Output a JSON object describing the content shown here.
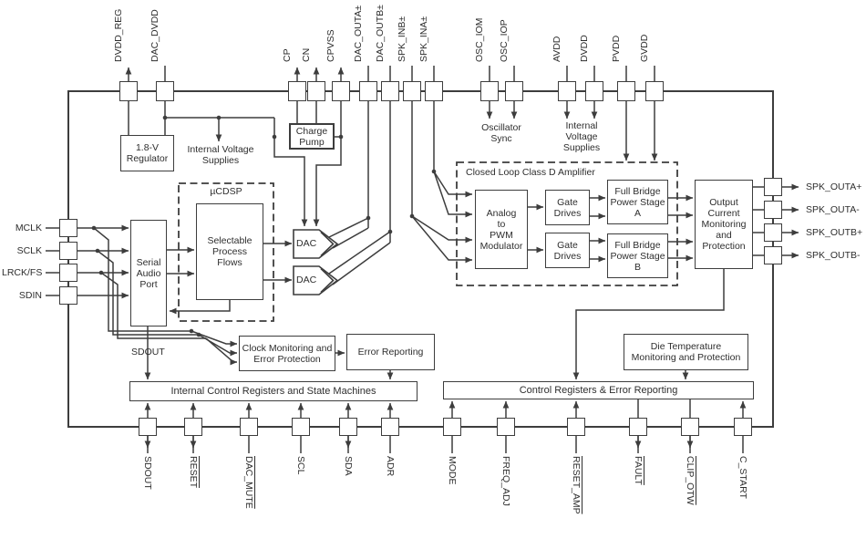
{
  "pins": {
    "top": [
      "DVDD_REG",
      "DAC_DVDD",
      "CP",
      "CN",
      "CPVSS",
      "DAC_OUTA±",
      "DAC_OUTB±",
      "SPK_INB±",
      "SPK_INA±",
      "OSC_IOM",
      "OSC_IOP",
      "AVDD",
      "DVDD",
      "PVDD",
      "GVDD"
    ],
    "left": [
      "MCLK",
      "SCLK",
      "LRCK/FS",
      "SDIN"
    ],
    "right": [
      "SPK_OUTA+",
      "SPK_OUTA-",
      "SPK_OUTB+",
      "SPK_OUTB-"
    ],
    "bottom": [
      {
        "label": "SDOUT",
        "overline": false
      },
      {
        "label": "RESET",
        "overline": true
      },
      {
        "label": "DAC_MUTE",
        "overline": true
      },
      {
        "label": "SCL",
        "overline": false
      },
      {
        "label": "SDA",
        "overline": false
      },
      {
        "label": "ADR",
        "overline": false
      },
      {
        "label": "MODE",
        "overline": false
      },
      {
        "label": "FREQ_ADJ",
        "overline": false
      },
      {
        "label": "RESET_AMP",
        "overline": true
      },
      {
        "label": "FAULT",
        "overline": true
      },
      {
        "label": "CLIP_OTW",
        "overline": true
      },
      {
        "label": "C_START",
        "overline": false
      }
    ]
  },
  "blocks": {
    "regulator": "1.8-V\nRegulator",
    "charge_pump": "Charge\nPump",
    "serial_audio_port": "Serial\nAudio\nPort",
    "selectable_process_flows": "Selectable\nProcess\nFlows",
    "dac_a": "DAC",
    "dac_b": "DAC",
    "modulator": "Analog\nto\nPWM\nModulator",
    "gate_drives_a": "Gate\nDrives",
    "gate_drives_b": "Gate\nDrives",
    "full_bridge_a": "Full Bridge\nPower Stage\nA",
    "full_bridge_b": "Full Bridge\nPower Stage\nB",
    "output_current_monitoring": "Output\nCurrent\nMonitoring\nand\nProtection",
    "clock_monitoring": "Clock Monitoring and\nError Protection",
    "error_reporting": "Error Reporting",
    "die_temperature": "Die Temperature\nMonitoring and Protection",
    "bar_left": "Internal Control Registers and State Machines",
    "bar_right": "Control Registers & Error Reporting"
  },
  "groups": {
    "ucdsp": "µCDSP",
    "class_d": "Closed Loop Class D Amplifier"
  },
  "notes": {
    "internal_voltage_supplies_left": "Internal Voltage\nSupplies",
    "oscillator_sync": "Oscillator\nSync",
    "internal_voltage_supplies_right": "Internal\nVoltage\nSupplies",
    "sdout_net": "SDOUT"
  },
  "colors": {
    "line": "#3d3d3d",
    "background": "#ffffff"
  }
}
